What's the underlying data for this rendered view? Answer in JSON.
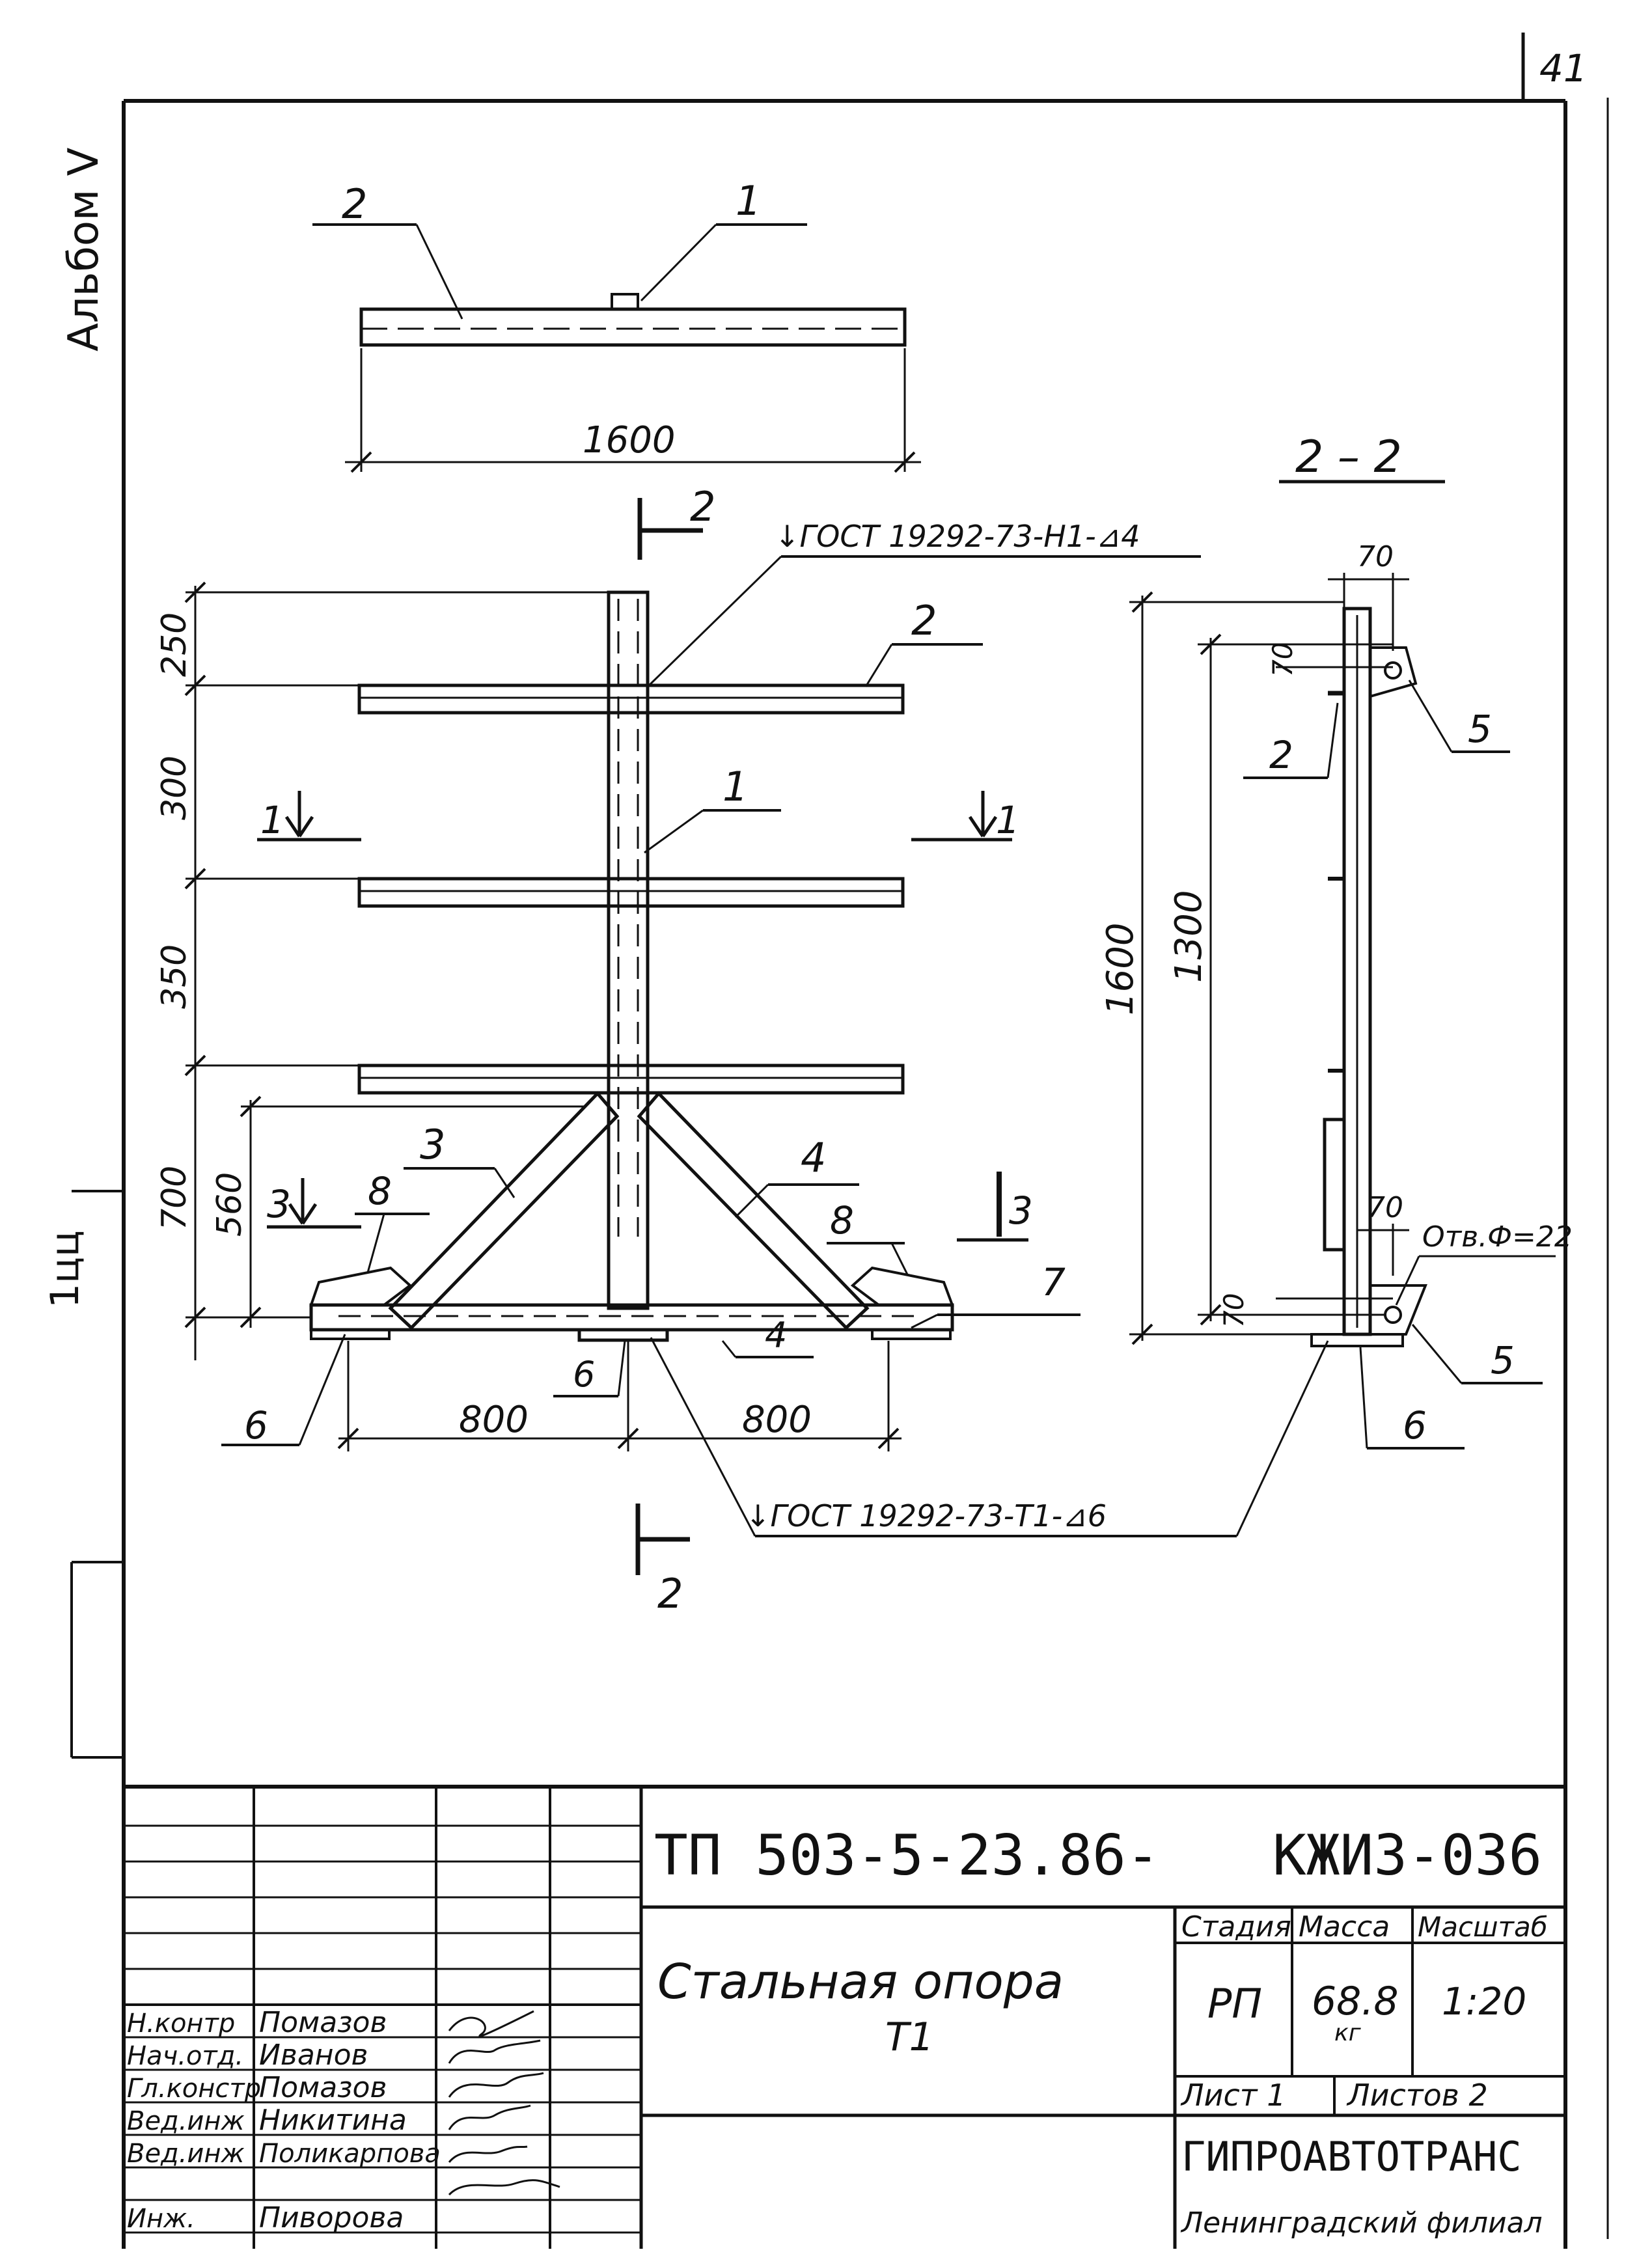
{
  "sheet_number": "41",
  "side_label_top": "Альбом V",
  "side_label_mid": "1цц",
  "top_view": {
    "callout_left": "2",
    "callout_right": "1",
    "dimension": "1600"
  },
  "main_view": {
    "section_mark_top": "2",
    "section_mark_bottom": "2",
    "weld_note_top": "↓ГОСТ 19292-73-Н1-⊿4",
    "weld_note_bottom": "↓ГОСТ 19292-73-Т1-⊿6",
    "dims_left": [
      "250",
      "300",
      "350",
      "700",
      "560"
    ],
    "dims_bottom": [
      "800",
      "800"
    ],
    "section_1_left": "1",
    "section_1_right": "1",
    "section_3_left": "3",
    "section_3_right": "3",
    "callouts": {
      "c2_top": "2",
      "c1_mid": "1",
      "c3": "3",
      "c4_upper": "4",
      "c8_left": "8",
      "c8_right": "8",
      "c7": "7",
      "c6_center": "6",
      "c4_lower": "4",
      "c6_left": "6"
    }
  },
  "section_view": {
    "title": "2 – 2",
    "dim_top": "70",
    "dim_upper_left": "70",
    "dim_total": "1600",
    "dim_holes": "1300",
    "dim_lower": "70",
    "dim_bottom": "70",
    "hole_note": "Отв.Ф=22",
    "c5_top": "5",
    "c2": "2",
    "c5_bottom": "5",
    "c6": "6"
  },
  "title_block": {
    "doc_code": "ТП 503-5-23.86-",
    "doc_suffix": "КЖИЗ-036",
    "sheet_title_1": "Стальная опора",
    "sheet_title_2": "Т1",
    "stage_header": "Стадия",
    "mass_header": "Масса",
    "scale_header": "Масштаб",
    "stage": "РП",
    "mass": "68.8",
    "mass_unit": "кг",
    "scale": "1:20",
    "sheet_label": "Лист 1",
    "sheets_label": "Листов 2",
    "org_name": "ГИПРОАВТОТРАНС",
    "org_branch": "Ленинградский филиал",
    "signers": [
      {
        "role": "Н.контр",
        "name": "Помазов"
      },
      {
        "role": "Нач.отд.",
        "name": "Иванов"
      },
      {
        "role": "Гл.констр",
        "name": "Помазов"
      },
      {
        "role": "Вед.инж",
        "name": "Никитина"
      },
      {
        "role": "Вед.инж",
        "name": "Поликарпова"
      },
      {
        "role": "Инж.",
        "name": "Пиворова"
      }
    ]
  }
}
